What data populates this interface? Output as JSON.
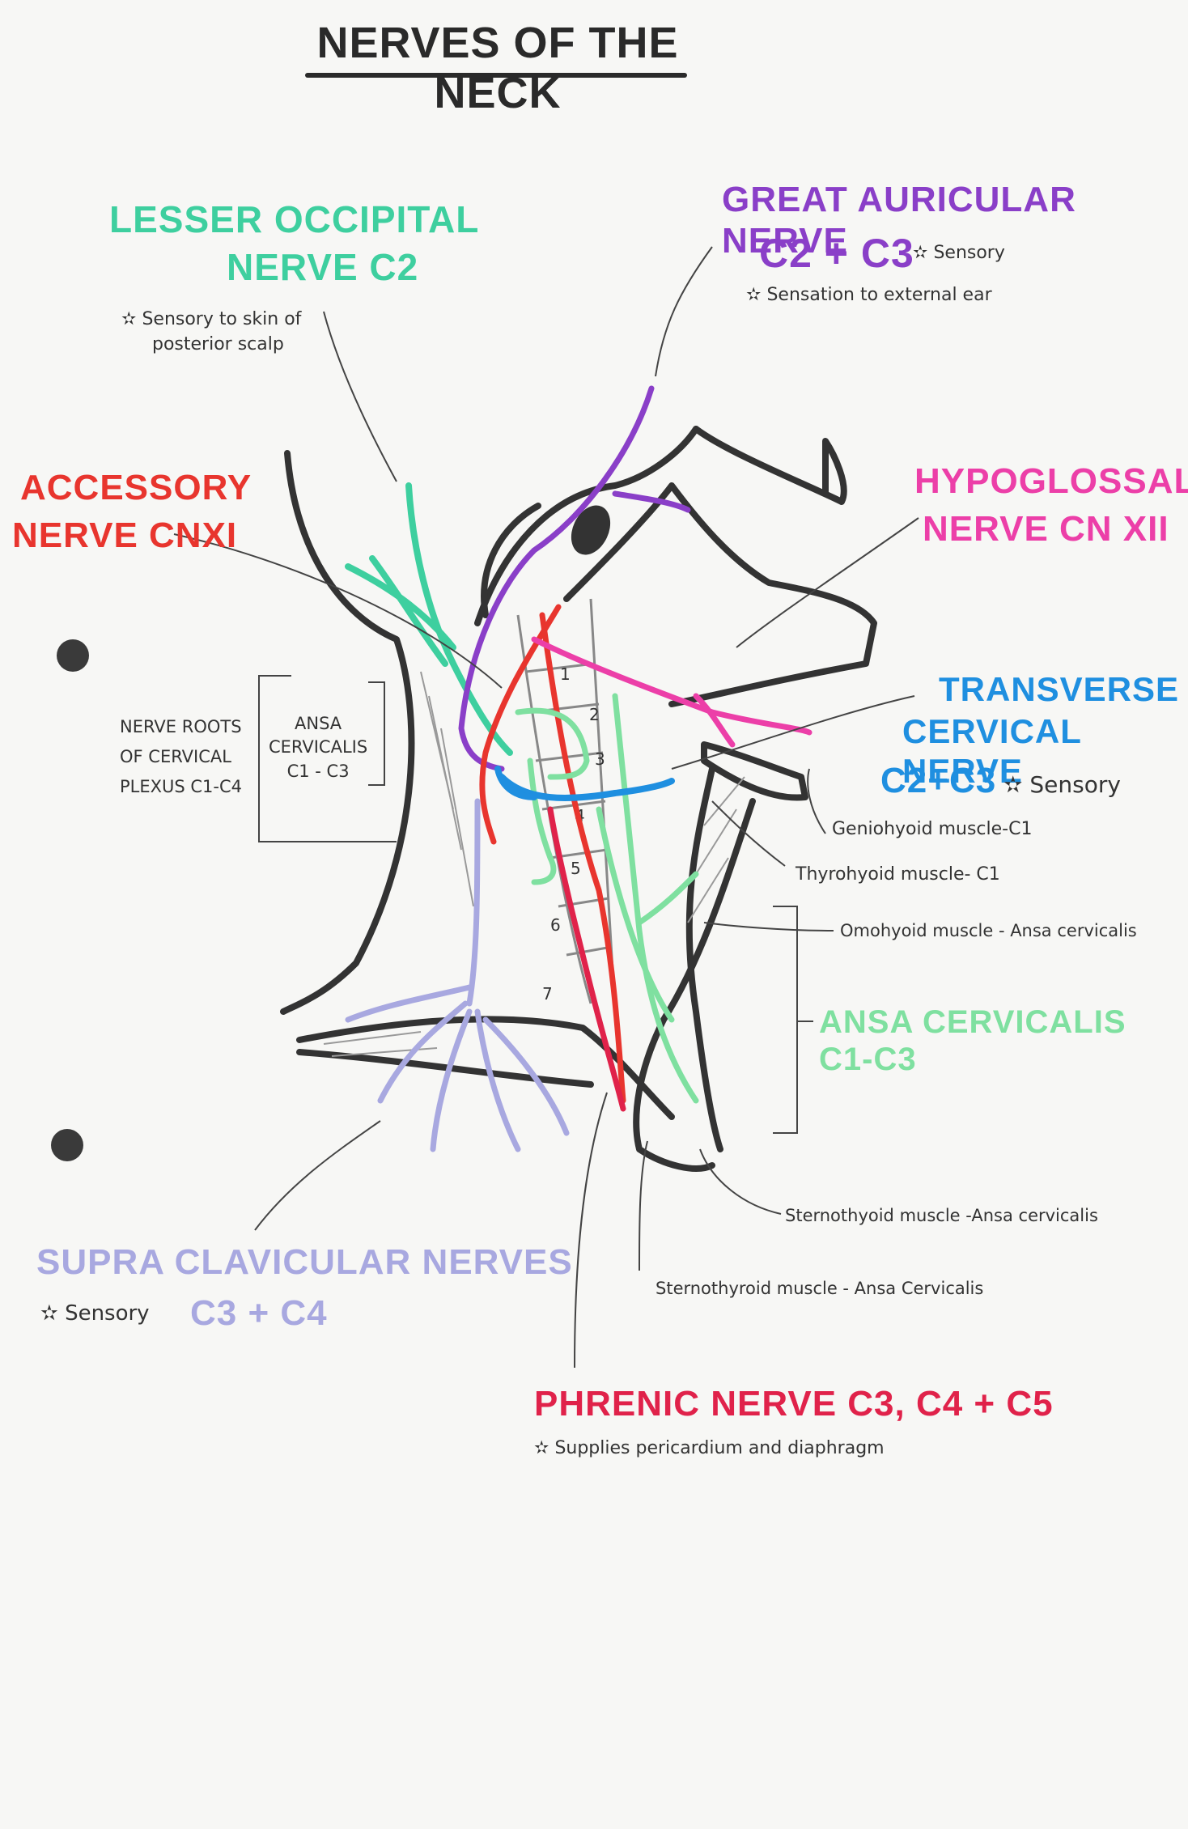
{
  "title": "NERVES OF THE NECK",
  "colors": {
    "lesser_occipital": "#3ecf9f",
    "great_auricular": "#8a3fc8",
    "accessory": "#e8352e",
    "hypoglossal": "#ec3fa8",
    "transverse_cervical": "#1f8fe0",
    "ansa_cervicalis": "#7fe0a0",
    "supraclavicular": "#a8a8e0",
    "phrenic": "#e0224a",
    "outline": "#333333"
  },
  "labels": {
    "lesser_occipital": {
      "line1": "LESSER OCCIPITAL",
      "line2": "NERVE C2",
      "note_line1": "Sensory to skin of",
      "note_line2": "posterior scalp"
    },
    "great_auricular": {
      "line1": "GREAT AURICULAR NERVE",
      "segments": "C2 + C3",
      "note_a": "Sensory",
      "note_b": "Sensation to external ear"
    },
    "accessory": {
      "line1": "ACCESSORY",
      "line2": "NERVE CNXI"
    },
    "hypoglossal": {
      "line1": "HYPOGLOSSAL",
      "line2": "NERVE CN XII"
    },
    "transverse_cervical": {
      "line1": "TRANSVERSE",
      "line2": "CERVICAL NERVE",
      "segments": "C2+C3",
      "note": "Sensory"
    },
    "ansa_cervicalis": {
      "text": "ANSA CERVICALIS C1-C3"
    },
    "supraclavicular": {
      "line1": "SUPRA CLAVICULAR NERVES",
      "note": "Sensory",
      "segments": "C3 + C4"
    },
    "phrenic": {
      "line1": "PHRENIC NERVE C3, C4 + C5",
      "note": "Supplies pericardium and diaphragm"
    }
  },
  "bracket_notes": {
    "roots_line1": "NERVE ROOTS",
    "roots_line2": "OF CERVICAL",
    "roots_line3": "PLEXUS C1-C4",
    "ansa_line1": "ANSA",
    "ansa_line2": "CERVICALIS",
    "ansa_line3": "C1 - C3"
  },
  "muscles": {
    "geniohyoid": "Geniohyoid muscle-C1",
    "thyrohyoid": "Thyrohyoid muscle- C1",
    "omohyoid": "Omohyoid muscle - Ansa cervicalis",
    "sternothyoid": "Sternothyoid muscle -Ansa cervicalis",
    "sternothyroid": "Sternothyroid muscle - Ansa Cervicalis"
  },
  "vertebra_numbers": [
    "1",
    "2",
    "3",
    "4",
    "5",
    "6",
    "7"
  ],
  "star_symbol": "✫"
}
